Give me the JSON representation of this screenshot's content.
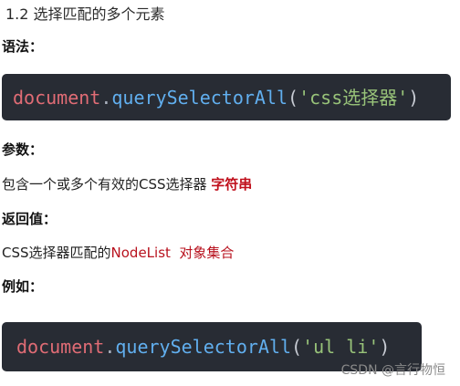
{
  "heading": "1.2 选择匹配的多个元素",
  "syntax": {
    "label": "语法：",
    "code": {
      "obj": "document",
      "dot": ".",
      "method": "querySelectorAll",
      "open": "(",
      "arg": "'css选择器'",
      "close": ")"
    }
  },
  "params": {
    "label": "参数：",
    "text": "包含一个或多个有效的CSS选择器 ",
    "highlight": "字符串"
  },
  "returns": {
    "label": "返回值：",
    "prefix": "CSS选择器匹配的",
    "highlight": "NodeList  对象集合"
  },
  "example": {
    "label": "例如：",
    "code": {
      "obj": "document",
      "dot": ".",
      "method": "querySelectorAll",
      "open": "(",
      "arg": "'ul li'",
      "close": ")"
    }
  },
  "watermark": "CSDN @言行物恒",
  "colors": {
    "code_bg": "#282c34",
    "object": "#e06c75",
    "method": "#61afef",
    "string": "#98c379",
    "highlight_red": "#c0101c"
  }
}
